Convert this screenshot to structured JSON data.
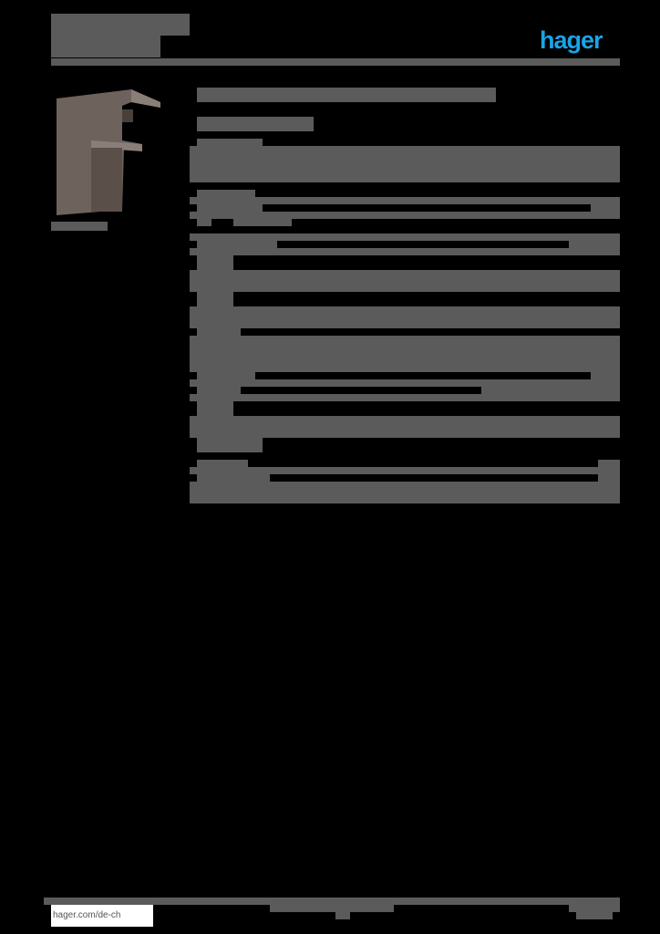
{
  "header": {
    "brand_logo": "hager",
    "brand_color": "#1ba3e6",
    "title_lines": [
      "",
      "",
      ""
    ]
  },
  "product": {
    "image_alt": "cable trunking end cap",
    "image_color": "#6e625c",
    "caption": ""
  },
  "main": {
    "title": "",
    "subtitle": "",
    "sections": [
      {
        "heading": "",
        "rows": [
          ""
        ]
      },
      {
        "heading": "",
        "rows": [
          "",
          ""
        ]
      },
      {
        "heading": "",
        "rows": [
          "",
          ""
        ]
      },
      {
        "heading": "",
        "rows": [
          ""
        ]
      },
      {
        "heading": "",
        "rows": [
          ""
        ]
      },
      {
        "heading": "",
        "rows": [
          "",
          "",
          ""
        ]
      },
      {
        "heading": "",
        "rows": [
          ""
        ]
      },
      {
        "heading": "",
        "rows": [
          "",
          ""
        ]
      }
    ]
  },
  "footer": {
    "url": "hager.com/de-ch",
    "center_text": "",
    "page_number": ""
  },
  "colors": {
    "redaction_gray": "#5a5b5a",
    "background": "#000000"
  }
}
